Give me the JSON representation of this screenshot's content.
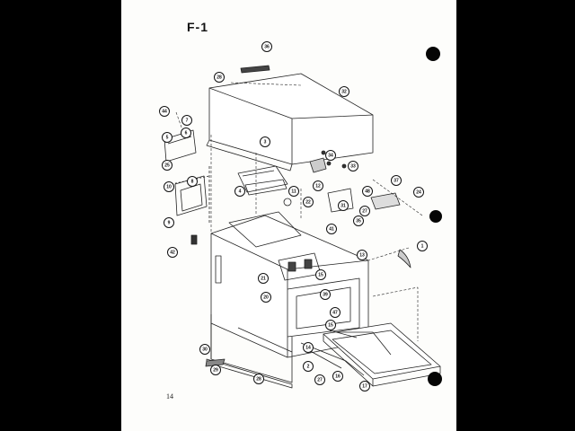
{
  "sheet": {
    "title": "F-1",
    "page_number": "14"
  },
  "callouts": [
    {
      "label": "36"
    },
    {
      "label": "28"
    },
    {
      "label": "32"
    },
    {
      "label": "44"
    },
    {
      "label": "7"
    },
    {
      "label": "6"
    },
    {
      "label": "5"
    },
    {
      "label": "25"
    },
    {
      "label": "3"
    },
    {
      "label": "34"
    },
    {
      "label": "33"
    },
    {
      "label": "4"
    },
    {
      "label": "8"
    },
    {
      "label": "10"
    },
    {
      "label": "9"
    },
    {
      "label": "11"
    },
    {
      "label": "12"
    },
    {
      "label": "48"
    },
    {
      "label": "37"
    },
    {
      "label": "24"
    },
    {
      "label": "22"
    },
    {
      "label": "31"
    },
    {
      "label": "27"
    },
    {
      "label": "35"
    },
    {
      "label": "41"
    },
    {
      "label": "42"
    },
    {
      "label": "1"
    },
    {
      "label": "13"
    },
    {
      "label": "21"
    },
    {
      "label": "15"
    },
    {
      "label": "20"
    },
    {
      "label": "39"
    },
    {
      "label": "47"
    },
    {
      "label": "15"
    },
    {
      "label": "14"
    },
    {
      "label": "30"
    },
    {
      "label": "29"
    },
    {
      "label": "2"
    },
    {
      "label": "28"
    },
    {
      "label": "27"
    },
    {
      "label": "16"
    },
    {
      "label": "17"
    }
  ]
}
